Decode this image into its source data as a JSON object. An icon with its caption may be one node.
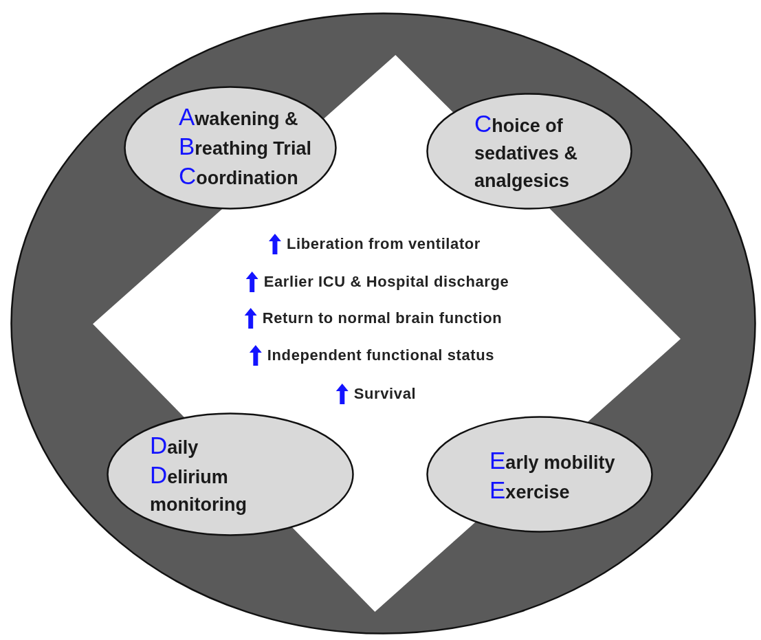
{
  "diagram": {
    "nodes": [
      {
        "text": [],
        "shape": "circle"
      },
      {
        "text": [
          "Liberation from ventilator",
          "Earlier ICU & Hospital discharge",
          "Return to normal brain function",
          "Independent functional status",
          "Survival"
        ],
        "in": 0
      },
      {
        "text": [
          "Awakening &",
          "Breathing Trial",
          "Coordination"
        ],
        "in": 0
      },
      {
        "text": [
          "Choice of",
          "sedatives &",
          "analgesics"
        ],
        "in": 0
      },
      {
        "text": [
          "Daily",
          "Delirium",
          "monitoring"
        ],
        "in": 0
      },
      {
        "text": [
          "Early mobility",
          "Exercise"
        ],
        "in": 0
      }
    ]
  }
}
